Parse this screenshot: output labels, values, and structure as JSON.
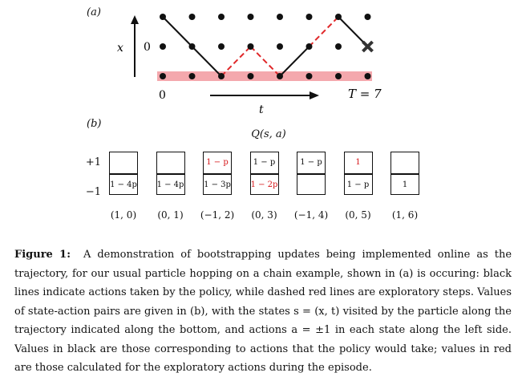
{
  "panel_a": {
    "label": "(a)",
    "y_axis_label": "x",
    "y_tick": "0",
    "x_tick": "0",
    "x_axis_label": "t",
    "end_label": "T = 7"
  },
  "panel_b": {
    "label": "(b)",
    "title": "Q(s, a)",
    "action_labels": [
      "+1",
      "−1"
    ],
    "cells": [
      {
        "state": "(1, 0)",
        "top": "",
        "top_color": "black",
        "bottom": "1 − 4p",
        "bottom_color": "black"
      },
      {
        "state": "(0, 1)",
        "top": "",
        "top_color": "black",
        "bottom": "1 − 4p",
        "bottom_color": "black"
      },
      {
        "state": "(−1, 2)",
        "top": "1 − p",
        "top_color": "red",
        "bottom": "1 − 3p",
        "bottom_color": "black"
      },
      {
        "state": "(0, 3)",
        "top": "1 − p",
        "top_color": "black",
        "bottom": "1 − 2p",
        "bottom_color": "red"
      },
      {
        "state": "(−1, 4)",
        "top": "1 − p",
        "top_color": "black",
        "bottom": "",
        "bottom_color": "black"
      },
      {
        "state": "(0, 5)",
        "top": "1",
        "top_color": "red",
        "bottom": "1 − p",
        "bottom_color": "black"
      },
      {
        "state": "(1, 6)",
        "top": "",
        "top_color": "black",
        "bottom": "1",
        "bottom_color": "black"
      }
    ]
  },
  "trajectory": {
    "states": [
      [
        1,
        0
      ],
      [
        0,
        1
      ],
      [
        -1,
        2
      ],
      [
        0,
        3
      ],
      [
        -1,
        4
      ],
      [
        0,
        5
      ],
      [
        1,
        6
      ],
      [
        0,
        7
      ]
    ],
    "step_types": [
      "policy",
      "policy",
      "exploratory",
      "exploratory",
      "policy",
      "exploratory",
      "policy"
    ],
    "end_marker": "cross"
  },
  "colors": {
    "policy": "#111111",
    "exploratory": "#e0282a",
    "band": "#f4a8ad",
    "red_text": "#d7191c"
  },
  "caption": {
    "label": "Figure 1:",
    "text": "A demonstration of bootstrapping updates being implemented online as the trajectory, for our usual particle hopping on a chain example, shown in (a) is occuring: black lines indicate actions taken by the policy, while dashed red lines are exploratory steps. Values of state-action pairs are given in (b), with the states s = (x, t) visited by the particle along the trajectory indicated along the bottom, and actions a = ±1 in each state along the left side. Values in black are those corresponding to actions that the policy would take; values in red are those calculated for the exploratory actions during the episode."
  }
}
